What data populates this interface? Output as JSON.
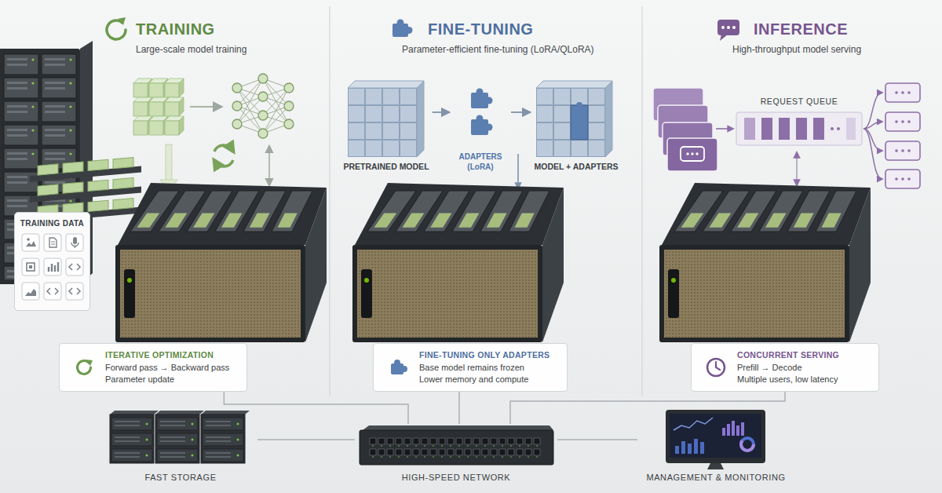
{
  "diagram": {
    "nodes": [
      {
        "text": [
          "TRAINING",
          "Large-scale model training"
        ]
      },
      {
        "text": [
          "TRAINING DATA"
        ],
        "in": 0
      },
      {
        "text": [
          "ITERATIVE OPTIMIZATION",
          "Forward pass → Backward pass",
          "Parameter update"
        ],
        "in": 0
      },
      {
        "text": [
          "FINE-TUNING",
          "Parameter-efficient fine-tuning (LoRA/QLoRA)"
        ]
      },
      {
        "text": [
          "PRETRAINED MODEL"
        ],
        "in": 3
      },
      {
        "text": [
          "ADAPTERS (LoRA)"
        ],
        "in": 3
      },
      {
        "text": [
          "MODEL + ADAPTERS"
        ],
        "in": 3
      },
      {
        "text": [
          "FINE-TUNING ONLY ADAPTERS",
          "Base model remains frozen",
          "Lower memory and compute"
        ],
        "in": 3
      },
      {
        "text": [
          "INFERENCE",
          "High-throughput model serving"
        ]
      },
      {
        "text": [
          "REQUEST QUEUE"
        ],
        "in": 8
      },
      {
        "text": [
          "CONCURRENT SERVING",
          "Prefill → Decode",
          "Multiple users, low latency"
        ],
        "in": 8
      },
      {
        "text": [
          "FAST STORAGE"
        ]
      },
      {
        "text": [
          "HIGH-SPEED NETWORK"
        ]
      },
      {
        "text": [
          "MANAGEMENT & MONITORING"
        ]
      }
    ],
    "edges": [
      {
        "from": 4,
        "to": 5,
        "arrow": "to"
      },
      {
        "from": 5,
        "to": 6,
        "arrow": "to"
      },
      {
        "from": 11,
        "to": 12,
        "arrow": "none"
      },
      {
        "from": 12,
        "to": 13,
        "arrow": "none"
      },
      {
        "from": 12,
        "to": 2,
        "arrow": "none"
      },
      {
        "from": 12,
        "to": 7,
        "arrow": "none"
      },
      {
        "from": 12,
        "to": 10,
        "arrow": "none"
      }
    ]
  }
}
